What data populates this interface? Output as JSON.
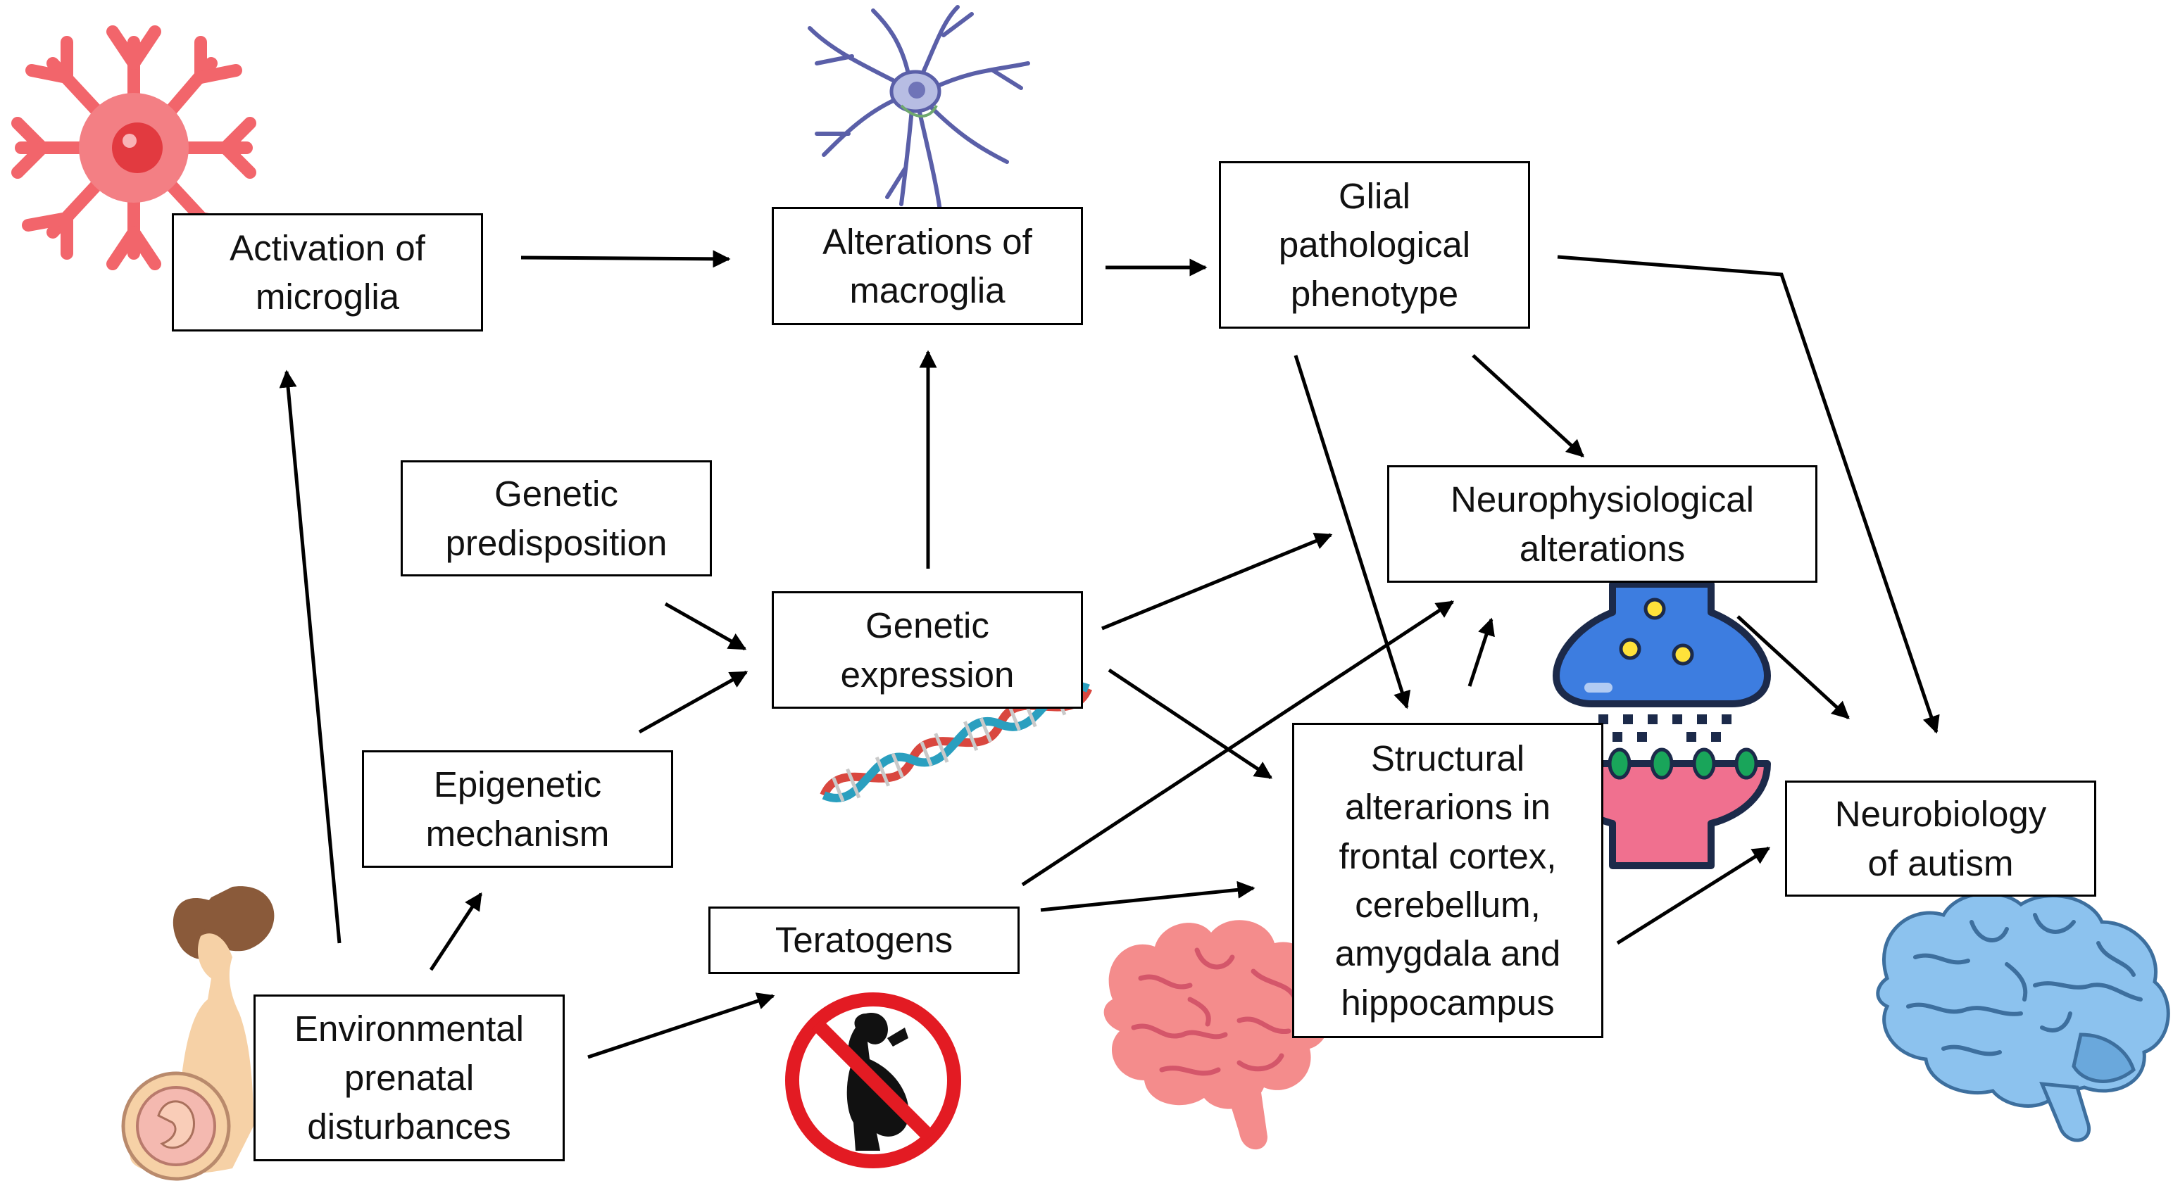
{
  "nodes": {
    "activation_microglia": "Activation of microglia",
    "alterations_macroglia": "Alterations of macroglia",
    "glial_phenotype": "Glial pathological phenotype",
    "genetic_predisposition": "Genetic predisposition",
    "genetic_expression": "Genetic expression",
    "neurophysiological": "Neurophysiological alterations",
    "epigenetic": "Epigenetic mechanism",
    "teratogens": "Teratogens",
    "structural": "Structural alterarions in frontal cortex, cerebellum, amygdala and hippocampus",
    "neurobiology": "Neurobiology of autism",
    "environmental": "Environmental prenatal disturbances"
  },
  "edges": [
    {
      "from": "activation_microglia",
      "to": "alterations_macroglia"
    },
    {
      "from": "alterations_macroglia",
      "to": "glial_phenotype"
    },
    {
      "from": "glial_phenotype",
      "to": "neurobiology"
    },
    {
      "from": "glial_phenotype",
      "to": "neurophysiological"
    },
    {
      "from": "glial_phenotype",
      "to": "structural"
    },
    {
      "from": "genetic_predisposition",
      "to": "genetic_expression"
    },
    {
      "from": "epigenetic",
      "to": "genetic_expression"
    },
    {
      "from": "genetic_expression",
      "to": "alterations_macroglia"
    },
    {
      "from": "genetic_expression",
      "to": "neurophysiological"
    },
    {
      "from": "genetic_expression",
      "to": "structural"
    },
    {
      "from": "environmental",
      "to": "activation_microglia"
    },
    {
      "from": "environmental",
      "to": "epigenetic"
    },
    {
      "from": "environmental",
      "to": "teratogens"
    },
    {
      "from": "teratogens",
      "to": "neurophysiological"
    },
    {
      "from": "teratogens",
      "to": "structural"
    },
    {
      "from": "structural",
      "to": "neurophysiological"
    },
    {
      "from": "structural",
      "to": "neurobiology"
    },
    {
      "from": "neurophysiological",
      "to": "neurobiology"
    }
  ],
  "illustrations": [
    "microglia-cell-icon",
    "astrocyte-cell-icon",
    "dna-helix-icon",
    "synapse-icon",
    "pregnant-woman-icon",
    "no-drinking-pregnancy-icon",
    "pink-brain-icon",
    "blue-brain-icon"
  ],
  "colors": {
    "microglia": "#f2656b",
    "astrocyte": "#5a5fa8",
    "dna_red": "#d9473f",
    "dna_blue": "#2a9fbf",
    "synapse_blue": "#3d7de0",
    "synapse_pink": "#f0708f",
    "synapse_yellow": "#ffe23a",
    "synapse_green": "#19a55a",
    "skin": "#f6d1a6",
    "hair": "#8a5a3a",
    "prohibition_red": "#e31b23",
    "brain_pink": "#f48c8c",
    "brain_blue": "#7fb8e8"
  }
}
